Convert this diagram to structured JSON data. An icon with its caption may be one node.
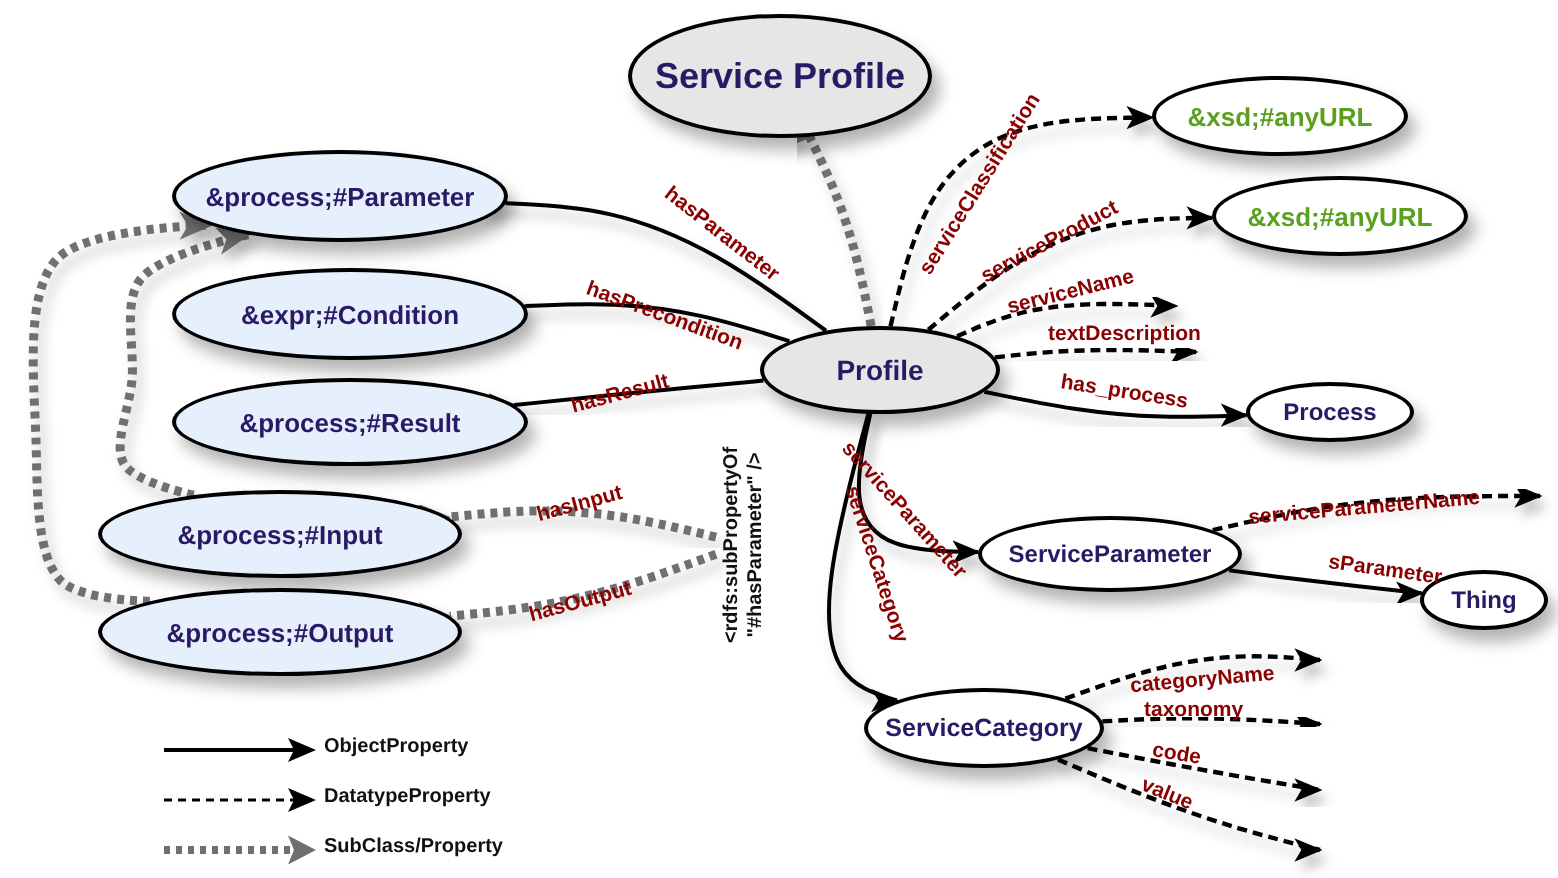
{
  "diagram": {
    "nodes": [
      {
        "text": [
          "Service Profile"
        ]
      },
      {
        "text": [
          "&process;#Parameter"
        ]
      },
      {
        "text": [
          "&expr;#Condition"
        ]
      },
      {
        "text": [
          "&process;#Result"
        ]
      },
      {
        "text": [
          "&process;#Input"
        ]
      },
      {
        "text": [
          "&process;#Output"
        ]
      },
      {
        "text": [
          "Profile"
        ]
      },
      {
        "text": [
          "&xsd;#anyURL"
        ]
      },
      {
        "text": [
          "&xsd;#anyURL"
        ]
      },
      {
        "text": [
          "Process"
        ]
      },
      {
        "text": [
          "ServiceParameter"
        ]
      },
      {
        "text": [
          "Thing"
        ]
      },
      {
        "text": [
          "ServiceCategory"
        ]
      },
      {
        "text": [
          "<rdfs:subPropertyOf \"#hasParameter\" />"
        ]
      }
    ],
    "edges": [
      {
        "from": 6,
        "to": 0,
        "arrow": "to",
        "style": "dashed",
        "color": "#707070"
      },
      {
        "from": 6,
        "to": 1,
        "arrow": "to",
        "label": "hasParameter"
      },
      {
        "from": 6,
        "to": 2,
        "arrow": "to",
        "label": "hasPrecondition"
      },
      {
        "from": 6,
        "to": 3,
        "arrow": "to",
        "label": "hasResult"
      },
      {
        "from": 6,
        "to": 7,
        "arrow": "to",
        "label": "serviceClassification",
        "style": "dashed"
      },
      {
        "from": 6,
        "to": 8,
        "arrow": "to",
        "label": "serviceProduct",
        "style": "dashed"
      },
      {
        "from": 6,
        "to": null,
        "arrow": "to",
        "label": "serviceName",
        "style": "dashed"
      },
      {
        "from": 6,
        "to": null,
        "arrow": "to",
        "label": "textDescription",
        "style": "dashed"
      },
      {
        "from": 6,
        "to": 9,
        "arrow": "to",
        "label": "has_process"
      },
      {
        "from": 6,
        "to": 10,
        "arrow": "to",
        "label": "serviceParameter"
      },
      {
        "from": 6,
        "to": 12,
        "arrow": "to",
        "label": "serviceCategory"
      },
      {
        "from": 10,
        "to": null,
        "arrow": "to",
        "label": "serviceParameterName",
        "style": "dashed"
      },
      {
        "from": 10,
        "to": 11,
        "arrow": "to",
        "label": "sParameter"
      },
      {
        "from": 12,
        "to": null,
        "arrow": "to",
        "label": "categoryName",
        "style": "dashed"
      },
      {
        "from": 12,
        "to": null,
        "arrow": "to",
        "label": "taxonomy",
        "style": "dashed"
      },
      {
        "from": 12,
        "to": null,
        "arrow": "to",
        "label": "code",
        "style": "dashed"
      },
      {
        "from": 12,
        "to": null,
        "arrow": "to",
        "label": "value",
        "style": "dashed"
      },
      {
        "from": 13,
        "to": 4,
        "arrow": "to",
        "label": "hasInput",
        "style": "dashed",
        "color": "#707070"
      },
      {
        "from": 13,
        "to": 5,
        "arrow": "to",
        "label": "hasOutput",
        "style": "dashed",
        "color": "#707070"
      },
      {
        "from": 4,
        "to": 1,
        "arrow": "to",
        "style": "dashed",
        "color": "#707070"
      },
      {
        "from": 5,
        "to": 1,
        "arrow": "to",
        "style": "dashed",
        "color": "#707070"
      }
    ],
    "legend": [
      {
        "text": "ObjectProperty"
      },
      {
        "text": "DatatypeProperty"
      },
      {
        "text": "SubClass/Property"
      }
    ]
  }
}
